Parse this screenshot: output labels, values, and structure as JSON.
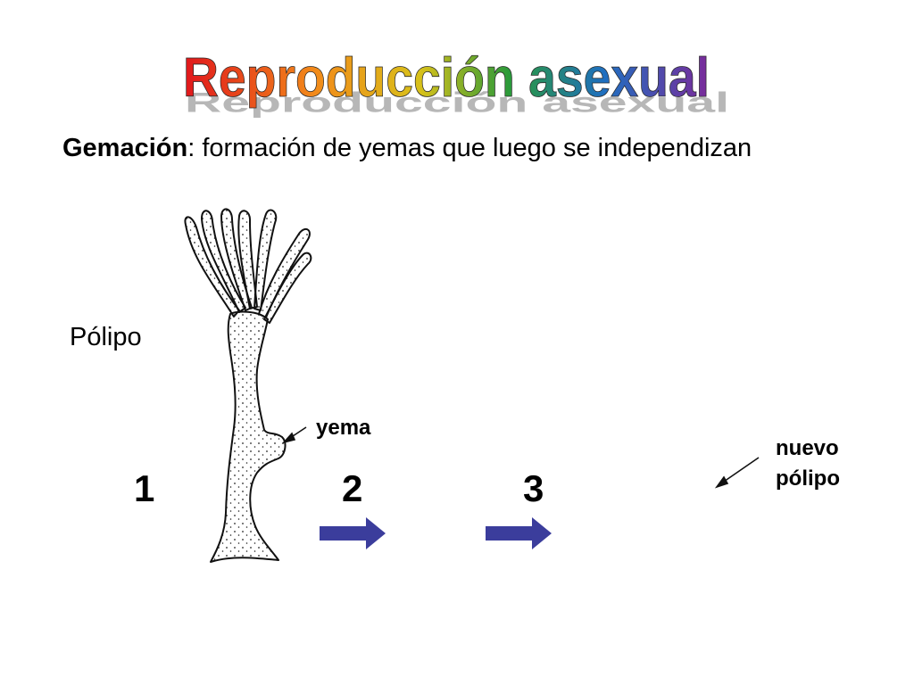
{
  "title": "Reproducción asexual",
  "subtitle": {
    "term": "Gemación",
    "definition": ": formación de yemas que luego se independizan"
  },
  "labels": {
    "polyp": "Pólipo",
    "bud": "yema",
    "new_polyp_line1": "nuevo",
    "new_polyp_line2": "pólipo"
  },
  "stages": [
    "1",
    "2",
    "3"
  ],
  "colors": {
    "arrow_fill": "#3b3d9c",
    "title_gradient": [
      "#e0161c",
      "#f28a1a",
      "#e6c416",
      "#2a9a3a",
      "#1f6fc0",
      "#7b2a9a"
    ]
  },
  "icons": [
    "hydra-polyp-drawing",
    "right-arrow-icon",
    "pointer-arrow-icon"
  ]
}
